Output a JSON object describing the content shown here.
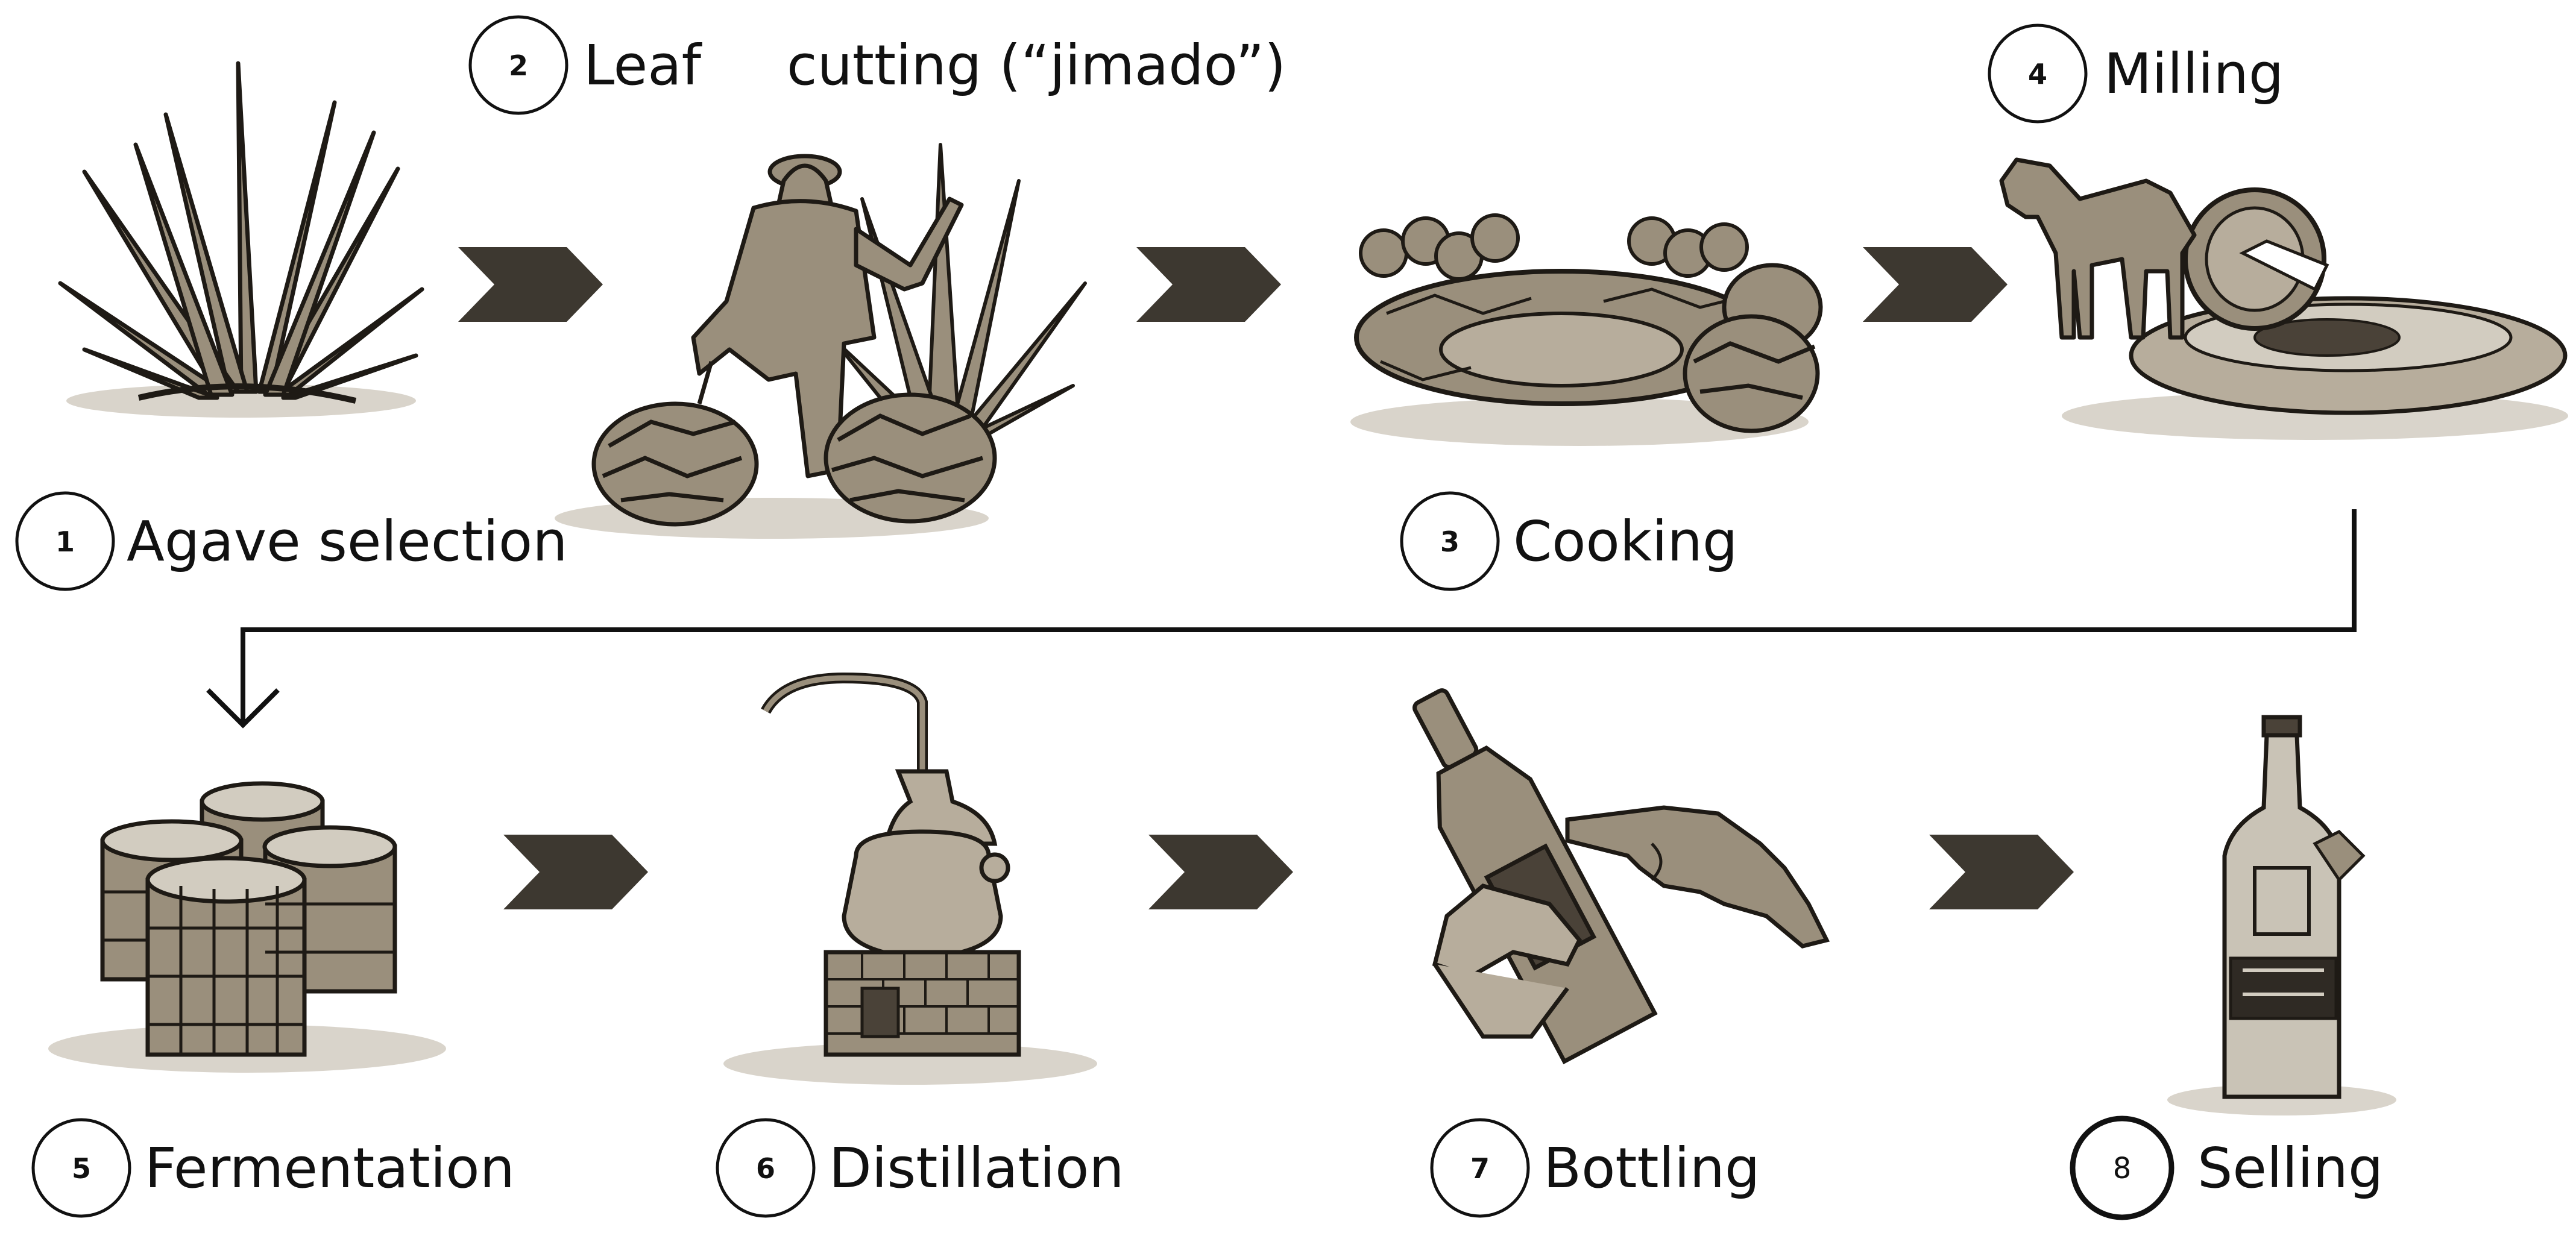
{
  "colors": {
    "ink": "#1e1a15",
    "fill_light": "#b7ad9c",
    "fill_mid": "#9a8f7c",
    "fill_dark": "#4a4238",
    "arrow": "#3d3830",
    "shadow": "#d9d4cb",
    "circle_stroke": "#111111"
  },
  "steps": [
    {
      "number": "1",
      "label": "Agave selection",
      "icon": "agave-plant-icon"
    },
    {
      "number": "2",
      "label_part1": "Leaf",
      "label_part2": "cutting (“jimado”)",
      "icon": "jimador-cutting-icon"
    },
    {
      "number": "3",
      "label": "Cooking",
      "icon": "earth-oven-icon"
    },
    {
      "number": "4",
      "label": "Milling",
      "icon": "horse-tahona-mill-icon"
    },
    {
      "number": "5",
      "label": "Fermentation",
      "icon": "wooden-barrels-icon"
    },
    {
      "number": "6",
      "label": "Distillation",
      "icon": "copper-still-icon"
    },
    {
      "number": "7",
      "label": "Bottling",
      "icon": "hands-bottle-icon"
    },
    {
      "number": "8",
      "label": "Selling",
      "icon": "mezcal-bottle-icon"
    }
  ]
}
